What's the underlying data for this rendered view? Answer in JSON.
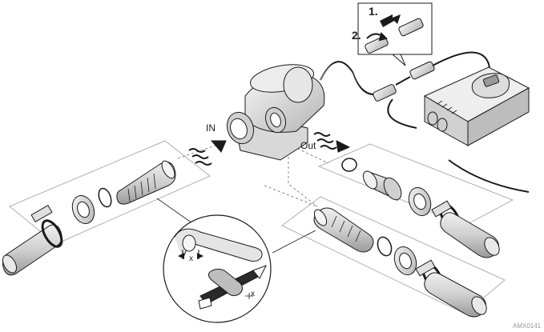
{
  "labels": {
    "inlet": "IN",
    "outlet": "Out",
    "step_one": "1.",
    "step_two": "2.",
    "gap_x": "x",
    "cut_x": "x",
    "code": "AMX0141"
  },
  "colors": {
    "line": "#1a1a1a",
    "shade": "#d4d4d4",
    "shade_dark": "#a8a8a8",
    "panel": "#b0b0b0"
  },
  "icons": {
    "pump": "pump-icon",
    "controller": "controller-icon",
    "arrow_in": "flow-in-arrow-icon",
    "arrow_out": "flow-out-arrow-icon"
  }
}
